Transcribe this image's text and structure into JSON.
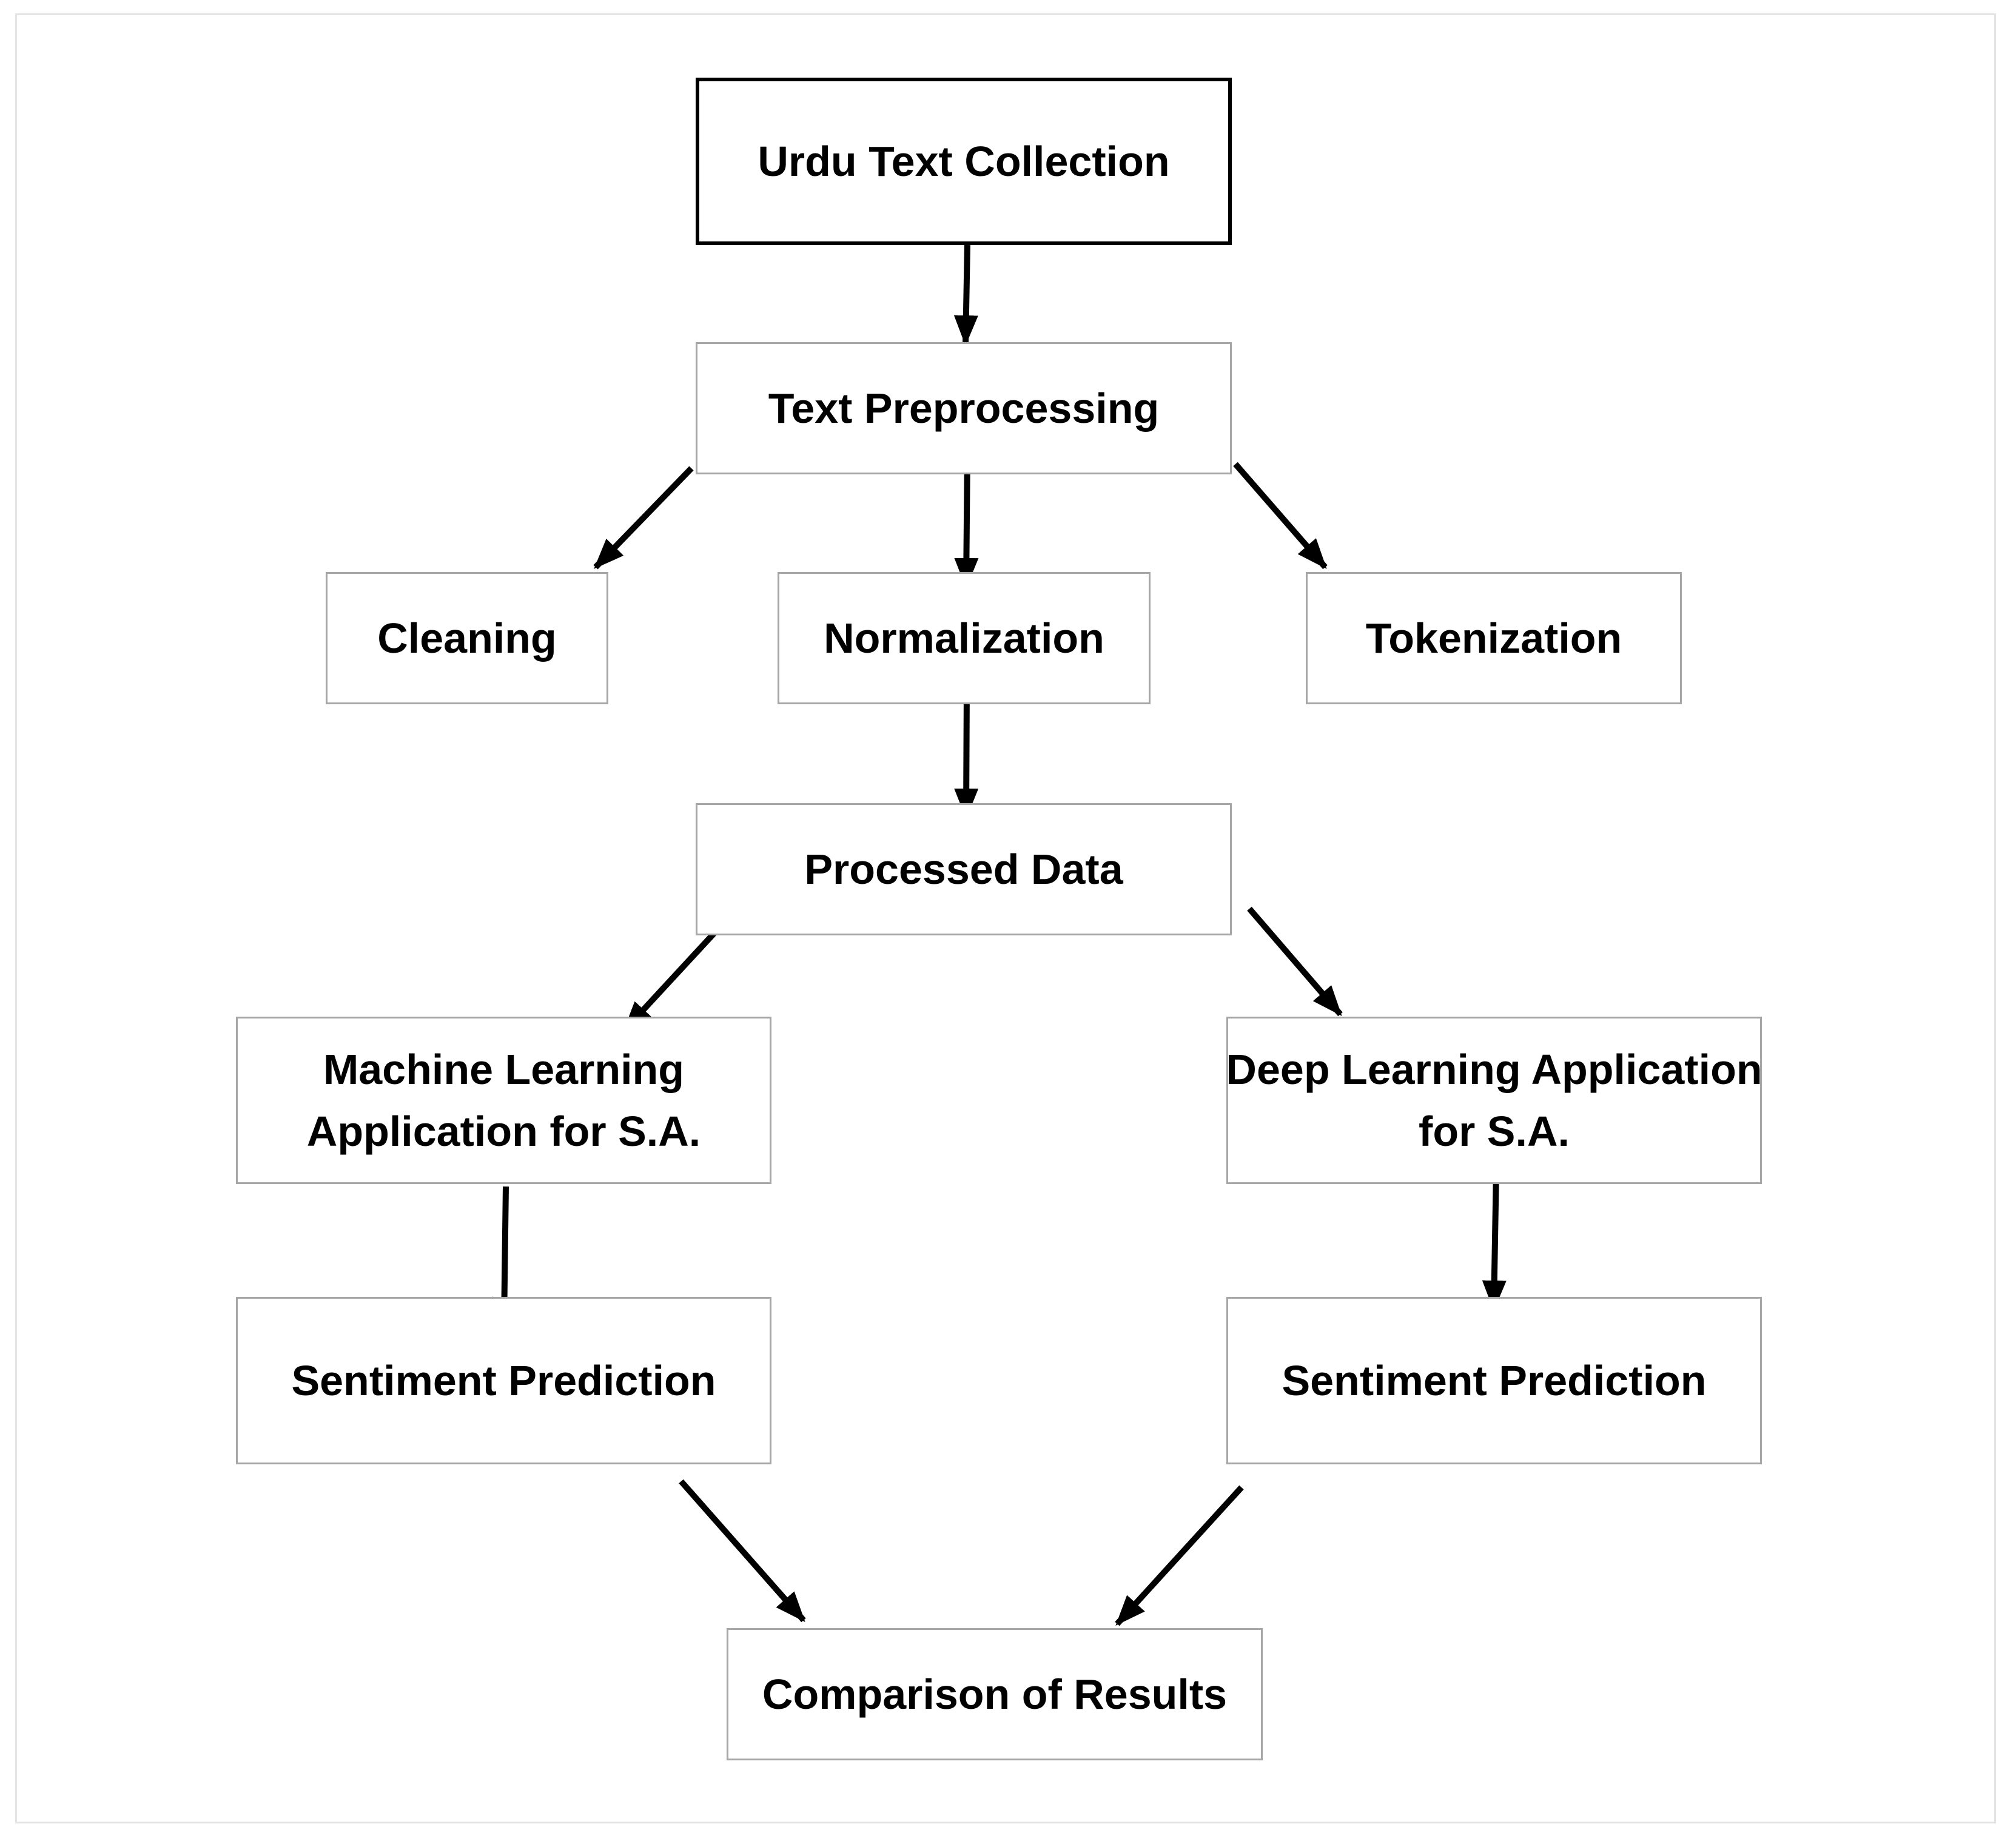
{
  "diagram": {
    "nodes": {
      "urdu_text_collection": "Urdu Text Collection",
      "text_preprocessing": "Text Preprocessing",
      "cleaning": "Cleaning",
      "normalization": "Normalization",
      "tokenization": "Tokenization",
      "processed_data": "Processed Data",
      "ml_application": [
        "Machine Learning",
        "Application for S.A."
      ],
      "dl_application": [
        "Deep Learning Application",
        "for S.A."
      ],
      "ml_sentiment_prediction": "Sentiment Prediction",
      "dl_sentiment_prediction": "Sentiment Prediction",
      "comparison_of_results": "Comparison of Results"
    },
    "edges": [
      {
        "from": "urdu_text_collection",
        "to": "text_preprocessing"
      },
      {
        "from": "text_preprocessing",
        "to": "cleaning"
      },
      {
        "from": "text_preprocessing",
        "to": "normalization"
      },
      {
        "from": "text_preprocessing",
        "to": "tokenization"
      },
      {
        "from": "normalization",
        "to": "processed_data"
      },
      {
        "from": "processed_data",
        "to": "ml_application"
      },
      {
        "from": "processed_data",
        "to": "dl_application"
      },
      {
        "from": "ml_application",
        "to": "ml_sentiment_prediction"
      },
      {
        "from": "dl_application",
        "to": "dl_sentiment_prediction"
      },
      {
        "from": "ml_sentiment_prediction",
        "to": "comparison_of_results"
      },
      {
        "from": "dl_sentiment_prediction",
        "to": "comparison_of_results"
      }
    ],
    "colors": {
      "node_border": "#a6a6a6",
      "root_border": "#000000",
      "arrow": "#000000",
      "text": "#000000"
    }
  }
}
